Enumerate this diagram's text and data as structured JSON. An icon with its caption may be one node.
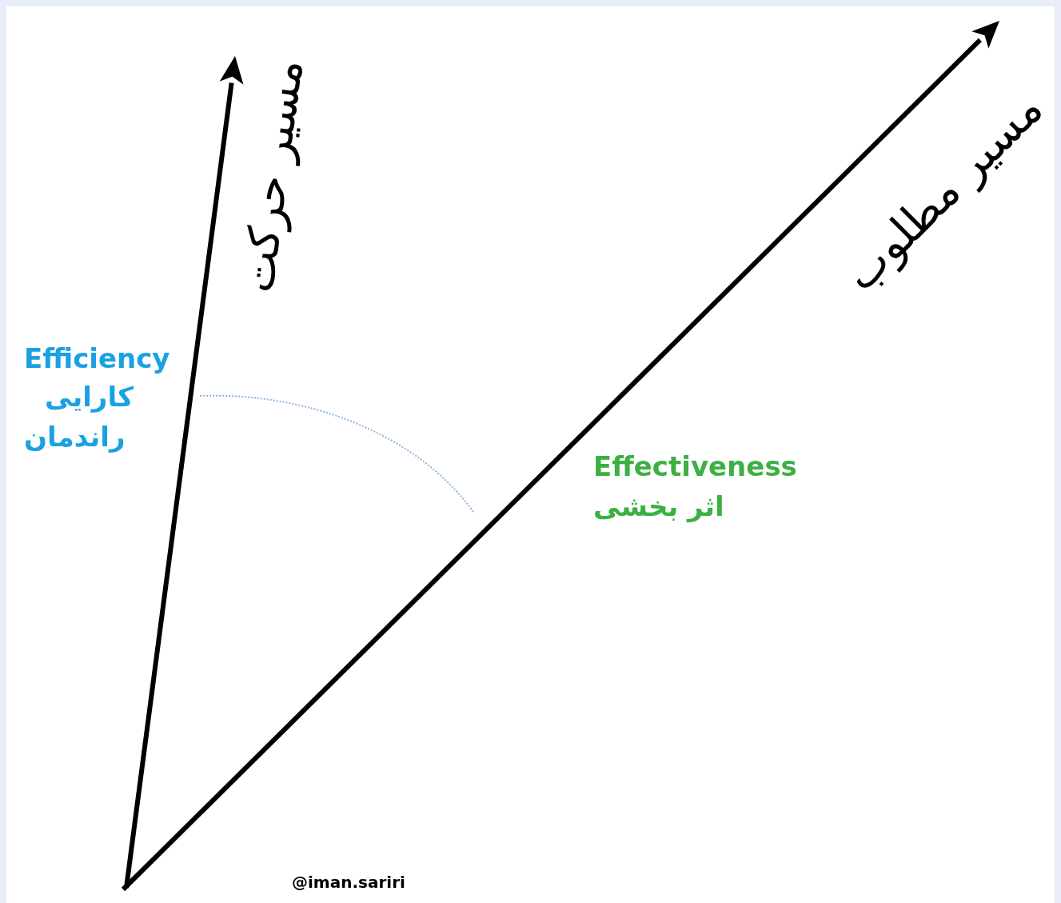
{
  "diagram": {
    "labels": [
      "مسیر حرکت",
      "مسیر مطلوب",
      "Efficiency",
      "کارایی",
      "راندمان",
      "Effectiveness",
      "اثر بخشی",
      "@iman.sariri"
    ]
  }
}
